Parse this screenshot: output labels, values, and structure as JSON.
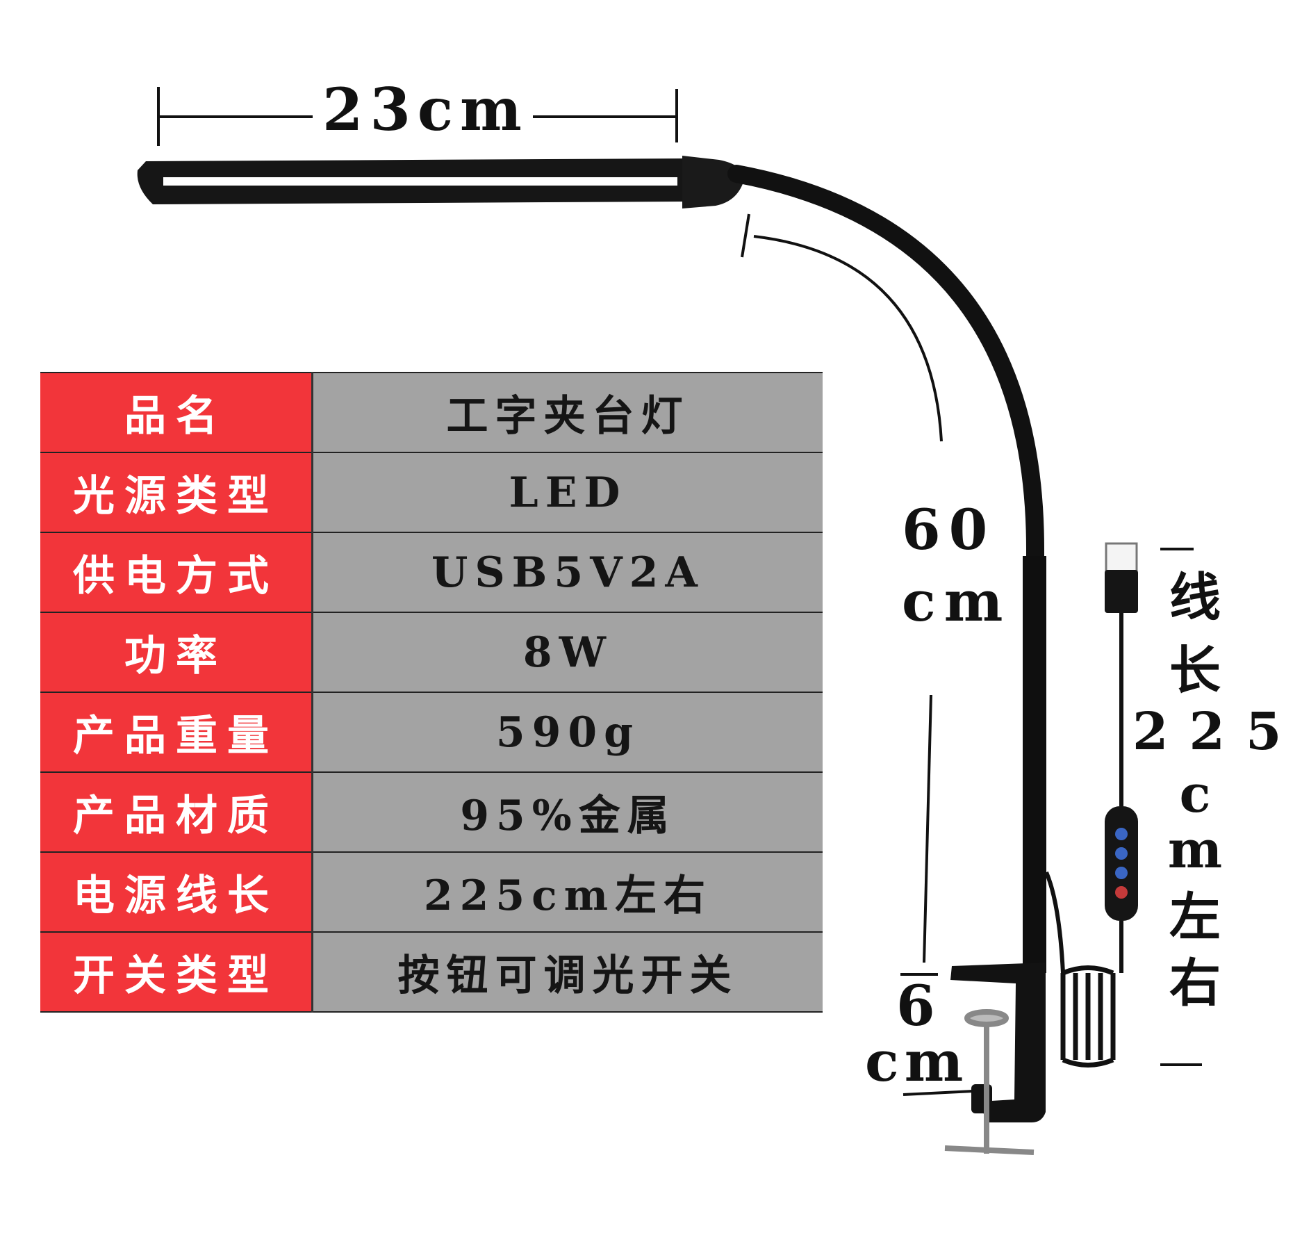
{
  "dimensions": {
    "width_label": "23cm",
    "height_label_top": "60",
    "height_label_bottom": "cm",
    "clamp_label_top": "6",
    "clamp_label_bottom": "cm",
    "cable_chars_top": [
      "线",
      "长"
    ],
    "cable_number": "225",
    "cable_chars_bottom": [
      "c",
      "m",
      "左",
      "右"
    ]
  },
  "spec_table": {
    "rows": [
      {
        "label": "品名",
        "value": "工字夹台灯"
      },
      {
        "label": "光源类型",
        "value": "LED"
      },
      {
        "label": "供电方式",
        "value": "USB5V2A"
      },
      {
        "label": "功率",
        "value": "8W"
      },
      {
        "label": "产品重量",
        "value": "590g"
      },
      {
        "label": "产品材质",
        "value": "95%金属"
      },
      {
        "label": "电源线长",
        "value": "225cm左右"
      },
      {
        "label": "开关类型",
        "value": "按钮可调光开关"
      }
    ]
  },
  "colors": {
    "label_bg": "#f2353a",
    "value_bg": "#a3a3a3",
    "lamp": "#111111"
  }
}
